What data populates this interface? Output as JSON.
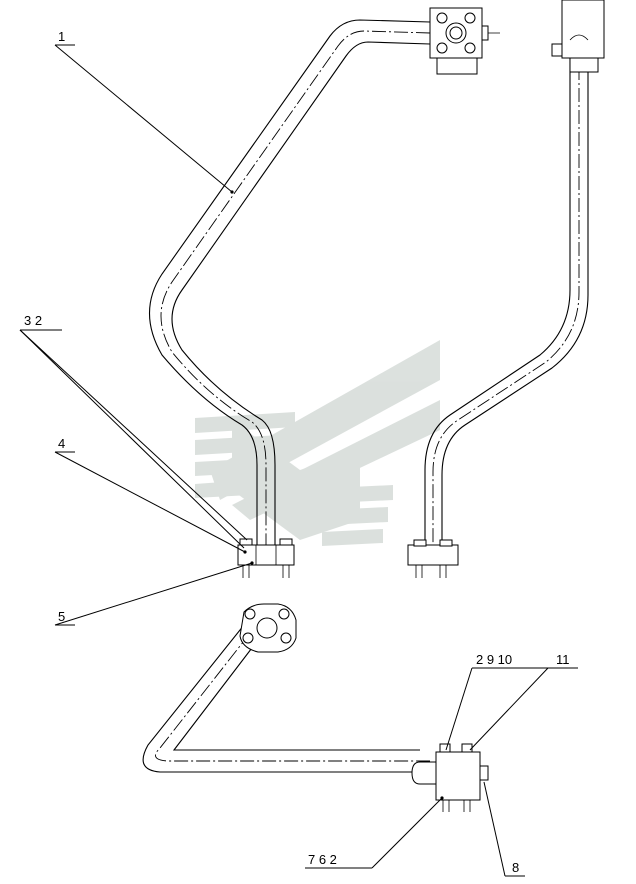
{
  "callouts": {
    "c1": "1",
    "c32": "3 2",
    "c4": "4",
    "c5": "5",
    "c2910": "2 9 10",
    "c11": "11",
    "c762": "7 6 2",
    "c8": "8"
  },
  "watermark": {
    "color": "#9aa8a0",
    "opacity": 0.35
  }
}
